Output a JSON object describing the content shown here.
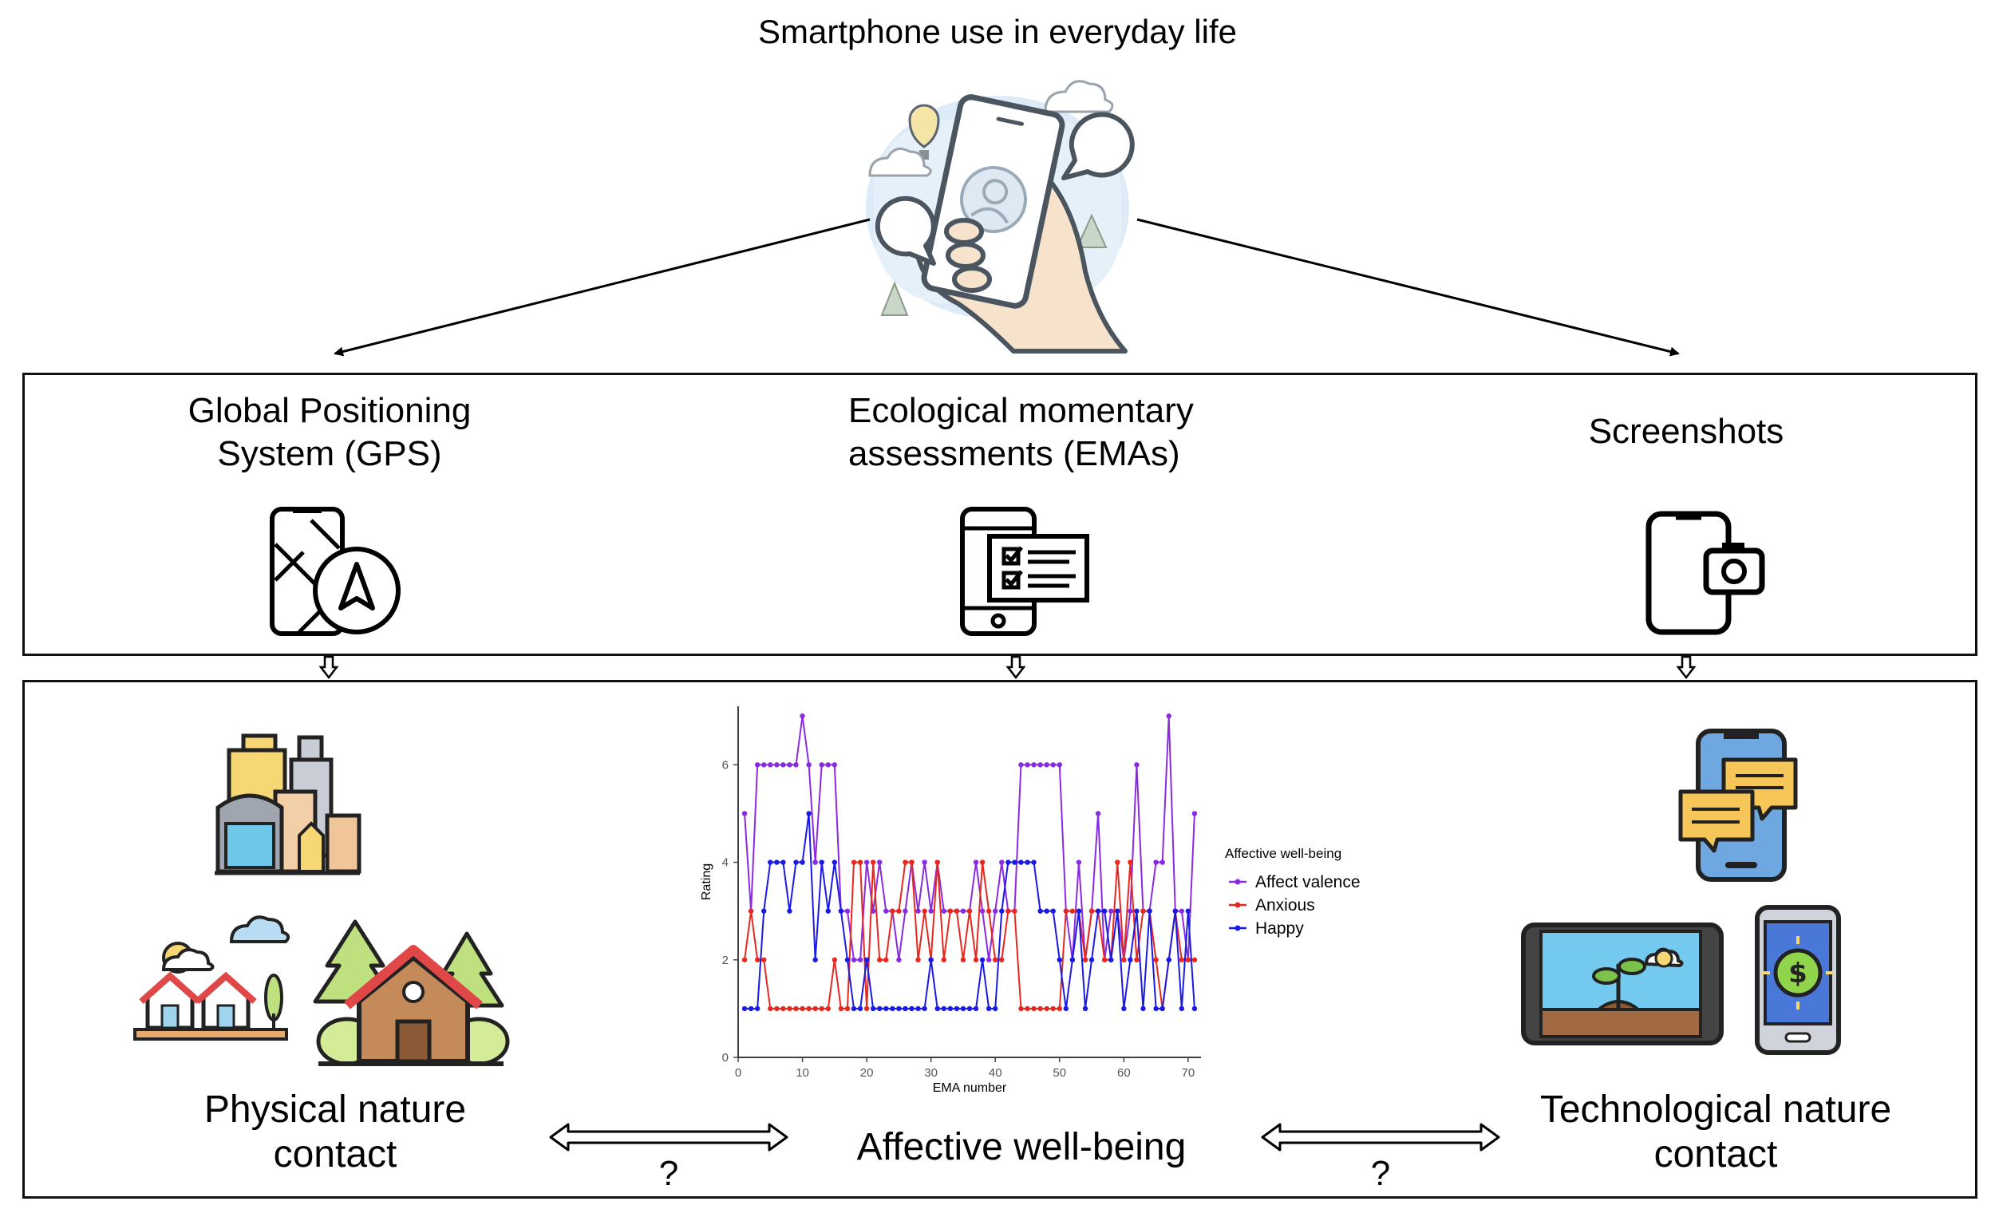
{
  "title": "Smartphone use in everyday life",
  "methods": {
    "gps_line1": "Global Positioning",
    "gps_line2": "System (GPS)",
    "ema_line1": "Ecological momentary",
    "ema_line2": "assessments (EMAs)",
    "screenshots": "Screenshots"
  },
  "outcomes": {
    "physical_line1": "Physical nature",
    "physical_line2": "contact",
    "affective": "Affective well-being",
    "tech_line1": "Technological nature",
    "tech_line2": "contact",
    "question_left": "?",
    "question_right": "?"
  },
  "icons": {
    "phone_hand": "smartphone-in-hand-icon",
    "gps": "map-phone-navigation-icon",
    "ema": "phone-checklist-icon",
    "screenshot": "phone-camera-icon",
    "city": "city-buildings-icon",
    "village": "village-houses-icon",
    "cabin": "forest-cabin-icon",
    "chat": "phone-chat-icon",
    "tablet": "tablet-plant-icon",
    "money": "phone-dollar-icon"
  },
  "chart_data": {
    "type": "line",
    "xlabel": "EMA number",
    "ylabel": "Rating",
    "xlim": [
      0,
      72
    ],
    "ylim": [
      0,
      7.2
    ],
    "xticks": [
      0,
      10,
      20,
      30,
      40,
      50,
      60,
      70
    ],
    "yticks": [
      0,
      2,
      4,
      6
    ],
    "legend_title": "Affective well-being",
    "legend_position": "right",
    "series": [
      {
        "name": "Affect valence",
        "color": "#8a2be2",
        "values": [
          5,
          3,
          6,
          6,
          6,
          6,
          6,
          6,
          6,
          7,
          6,
          4,
          6,
          6,
          6,
          3,
          3,
          2,
          2,
          4,
          3,
          4,
          3,
          3,
          2,
          3,
          4,
          3,
          4,
          3,
          4,
          3,
          3,
          3,
          3,
          3,
          4,
          3,
          2,
          3,
          4,
          3,
          3,
          6,
          6,
          6,
          6,
          6,
          6,
          6,
          3,
          2,
          4,
          2,
          3,
          5,
          2,
          3,
          3,
          2,
          3,
          6,
          3,
          3,
          4,
          4,
          7,
          3,
          3,
          2,
          5
        ]
      },
      {
        "name": "Anxious",
        "color": "#e8281e",
        "values": [
          2,
          3,
          2,
          2,
          1,
          1,
          1,
          1,
          1,
          1,
          1,
          1,
          1,
          1,
          2,
          1,
          1,
          4,
          4,
          1,
          4,
          2,
          2,
          3,
          3,
          4,
          4,
          2,
          3,
          2,
          4,
          2,
          3,
          3,
          2,
          3,
          2,
          4,
          3,
          2,
          2,
          3,
          3,
          1,
          1,
          1,
          1,
          1,
          1,
          1,
          3,
          3,
          3,
          2,
          3,
          3,
          2,
          2,
          4,
          2,
          4,
          2,
          3,
          3,
          2,
          1,
          2,
          3,
          2,
          2,
          2
        ]
      },
      {
        "name": "Happy",
        "color": "#1a1ae6",
        "values": [
          1,
          1,
          1,
          3,
          4,
          4,
          4,
          3,
          4,
          4,
          5,
          2,
          4,
          3,
          4,
          3,
          2,
          1,
          1,
          2,
          1,
          1,
          1,
          1,
          1,
          1,
          1,
          1,
          1,
          2,
          1,
          1,
          1,
          1,
          1,
          1,
          1,
          2,
          1,
          1,
          3,
          4,
          4,
          4,
          4,
          4,
          3,
          3,
          3,
          2,
          1,
          2,
          3,
          1,
          2,
          3,
          3,
          2,
          3,
          1,
          2,
          3,
          1,
          3,
          1,
          1,
          2,
          3,
          1,
          3,
          1
        ]
      }
    ]
  }
}
